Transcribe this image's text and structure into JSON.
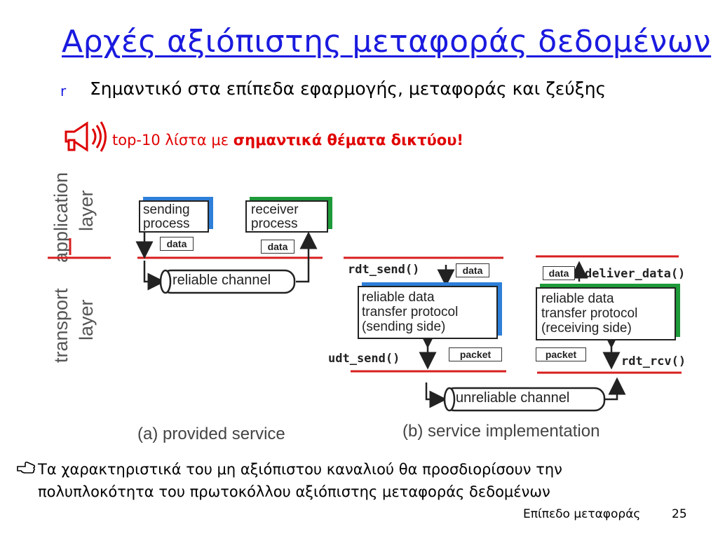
{
  "slide": {
    "title": "Αρχές αξιόπιστης μεταφοράς δεδομένων",
    "bullet_marker": "r",
    "bullet1": "Σημαντικό στα επίπεδα εφαρμογής,  μεταφοράς και ζεύξης",
    "top10_prefix": "top-10 λίστα με ",
    "top10_bold": "σημαντικά θέματα δικτύου!",
    "bottom_bullet_line1": "Τα χαρακτηριστικά του μη αξιόπιστου καναλιού θα προσδιορίσουν την",
    "bottom_bullet_line2": "πολυπλοκότητα του πρωτοκόλλου αξιόπιστης μεταφοράς δεδομένων",
    "footer_label": "Επίπεδο μεταφοράς",
    "page_number": "25"
  },
  "diagram": {
    "layer_application_1": "application",
    "layer_application_2": "layer",
    "layer_transport_1": "transport",
    "layer_transport_2": "layer",
    "sending_process_1": "sending",
    "sending_process_2": "process",
    "receiver_process_1": "receiver",
    "receiver_process_2": "process",
    "data_tag": "data",
    "reliable_channel": "reliable channel",
    "rdt_send": "rdt_send()",
    "deliver_data": "deliver_data()",
    "udt_send": "udt_send()",
    "rdt_rcv": "rdt_rcv()",
    "packet_tag": "packet",
    "sender_proto_1": "reliable data",
    "sender_proto_2": "transfer protocol",
    "sender_proto_3": "(sending side)",
    "receiver_proto_1": "reliable data",
    "receiver_proto_2": "transfer protocol",
    "receiver_proto_3": "(receiving side)",
    "unreliable_channel": "unreliable channel",
    "caption_a": "(a)  provided service",
    "caption_b": "(b) service implementation"
  },
  "colors": {
    "title": "#1a1adf",
    "accent_red": "#e00000",
    "blue_shadow": "#2e7fd9",
    "green_shadow": "#1e9a3a"
  }
}
